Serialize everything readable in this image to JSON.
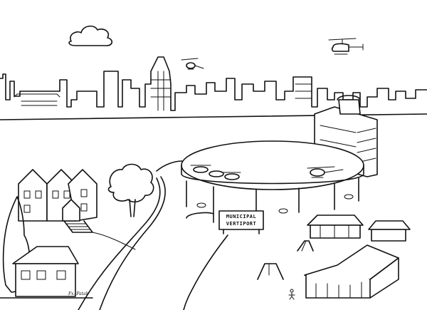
{
  "scene": {
    "sign": {
      "line1": "MUNICIPAL",
      "line2": "VERTIPORT"
    },
    "signature": "Fx. Patak",
    "colors": {
      "ink": "#111111",
      "paper": "#ffffff"
    },
    "icons": [
      "helicopter-icon",
      "cloud-icon",
      "swing-icon",
      "slide-icon",
      "tree-icon"
    ]
  }
}
